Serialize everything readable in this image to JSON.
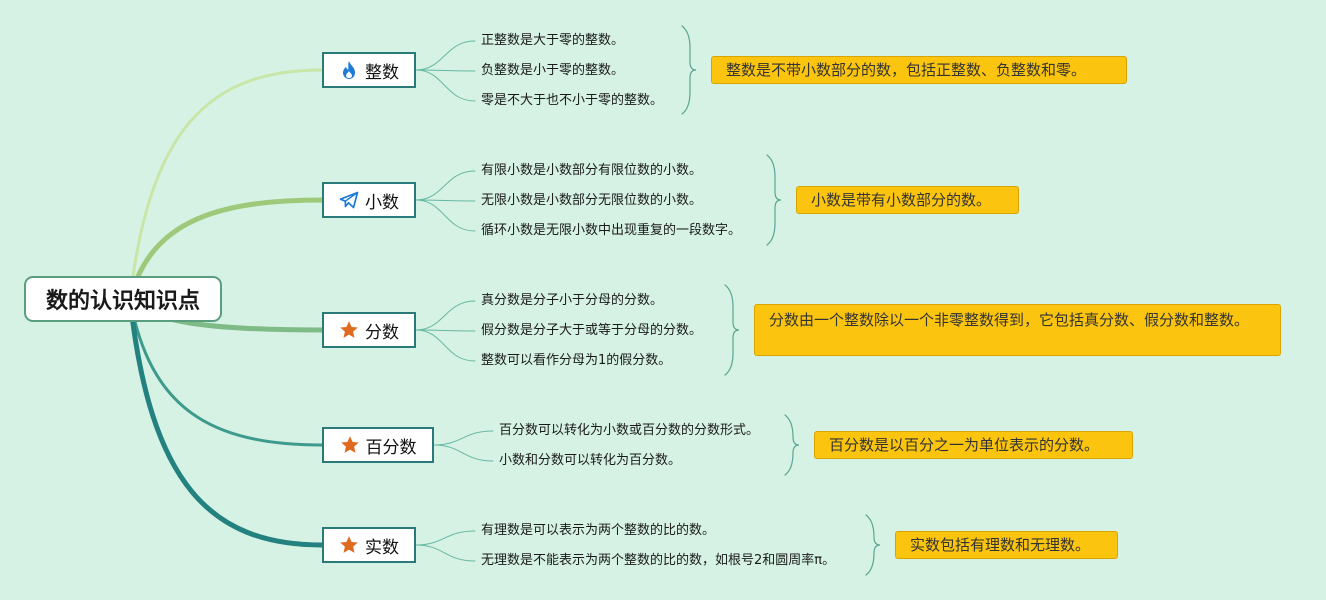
{
  "root": {
    "label": "数的认识知识点"
  },
  "branches": [
    {
      "label": "整数",
      "icon": "fire-icon",
      "color": "#c8e6a8",
      "leaves": [
        "正整数是大于零的整数。",
        "负整数是小于零的整数。",
        "零是不大于也不小于零的整数。"
      ],
      "summary": "整数是不带小数部分的数，包括正整数、负整数和零。"
    },
    {
      "label": "小数",
      "icon": "paper-plane-icon",
      "color": "#9fc97a",
      "leaves": [
        "有限小数是小数部分有限位数的小数。",
        "无限小数是小数部分无限位数的小数。",
        "循环小数是无限小数中出现重复的一段数字。"
      ],
      "summary": "小数是带有小数部分的数。"
    },
    {
      "label": "分数",
      "icon": "star-icon",
      "color": "#7fbb86",
      "leaves": [
        "真分数是分子小于分母的分数。",
        "假分数是分子大于或等于分母的分数。",
        "整数可以看作分母为1的假分数。"
      ],
      "summary": "分数由一个整数除以一个非零整数得到，它包括真分数、假分数和整数。"
    },
    {
      "label": "百分数",
      "icon": "star-icon",
      "color": "#3d9a8c",
      "leaves": [
        "百分数可以转化为小数或百分数的分数形式。",
        "小数和分数可以转化为百分数。"
      ],
      "summary": "百分数是以百分之一为单位表示的分数。"
    },
    {
      "label": "实数",
      "icon": "star-icon",
      "color": "#23817f",
      "leaves": [
        "有理数是可以表示为两个整数的比的数。",
        "无理数是不能表示为两个整数的比的数，如根号2和圆周率π。"
      ],
      "summary": "实数包括有理数和无理数。"
    }
  ]
}
